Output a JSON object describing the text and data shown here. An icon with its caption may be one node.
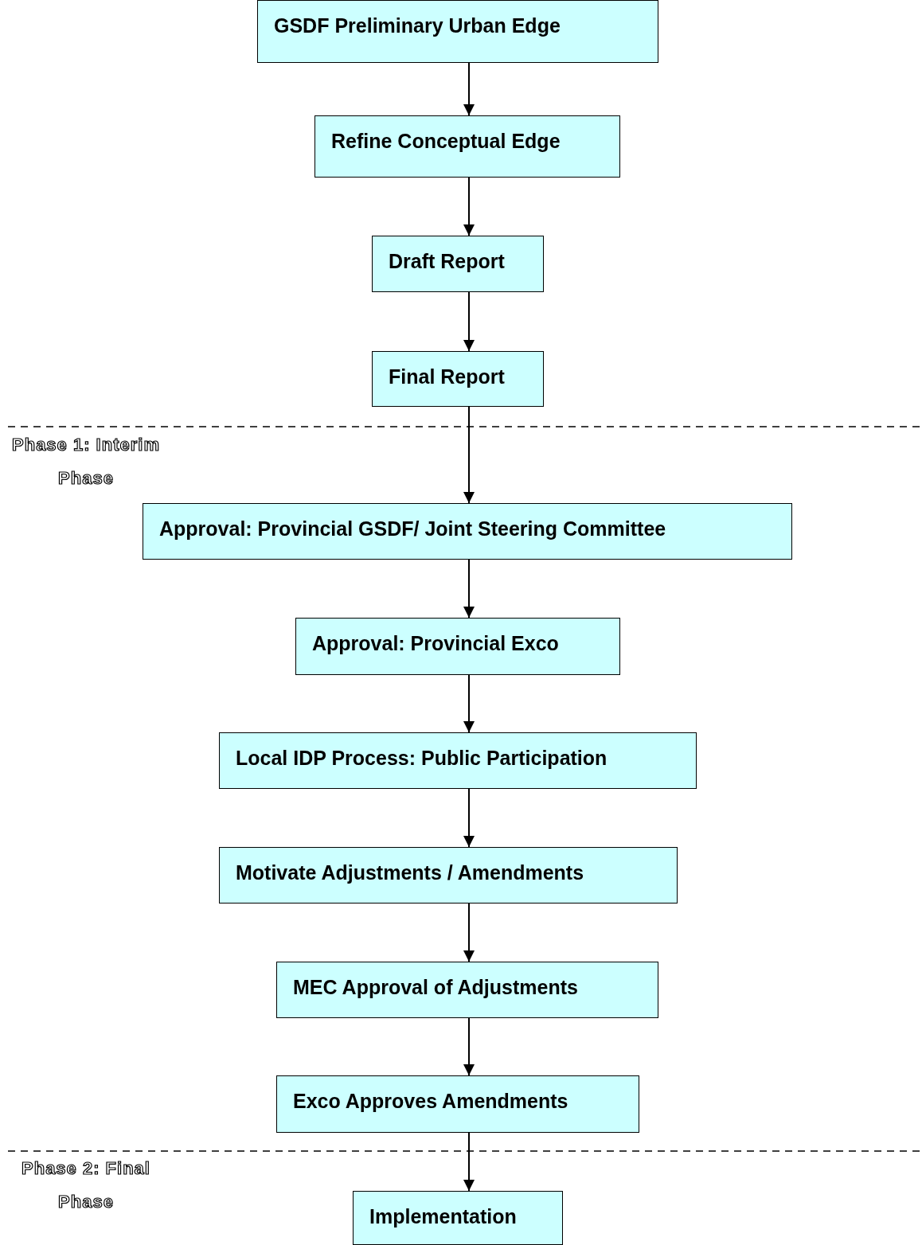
{
  "diagram": {
    "nodes": [
      {
        "text": [
          "GSDF Preliminary Urban Edge"
        ]
      },
      {
        "text": [
          "Refine Conceptual Edge"
        ]
      },
      {
        "text": [
          "Draft Report"
        ]
      },
      {
        "text": [
          "Final Report"
        ]
      },
      {
        "text": [
          "Approval: Provincial GSDF/ Joint Steering Committee"
        ]
      },
      {
        "text": [
          "Approval: Provincial Exco"
        ]
      },
      {
        "text": [
          "Local IDP Process: Public Participation"
        ]
      },
      {
        "text": [
          "Motivate Adjustments / Amendments"
        ]
      },
      {
        "text": [
          "MEC Approval of Adjustments"
        ]
      },
      {
        "text": [
          "Exco Approves Amendments"
        ]
      },
      {
        "text": [
          "Implementation"
        ]
      }
    ],
    "edges": [
      {
        "from": 0,
        "to": 1,
        "arrow": "to"
      },
      {
        "from": 1,
        "to": 2,
        "arrow": "to"
      },
      {
        "from": 2,
        "to": 3,
        "arrow": "to"
      },
      {
        "from": 3,
        "to": 4,
        "arrow": "to"
      },
      {
        "from": 4,
        "to": 5,
        "arrow": "to"
      },
      {
        "from": 5,
        "to": 6,
        "arrow": "to"
      },
      {
        "from": 6,
        "to": 7,
        "arrow": "to"
      },
      {
        "from": 7,
        "to": 8,
        "arrow": "to"
      },
      {
        "from": 8,
        "to": 9,
        "arrow": "to"
      },
      {
        "from": 9,
        "to": 10,
        "arrow": "to"
      }
    ],
    "labels": [
      "Phase 1: Interim Phase",
      "Phase 2: Final Phase"
    ]
  }
}
